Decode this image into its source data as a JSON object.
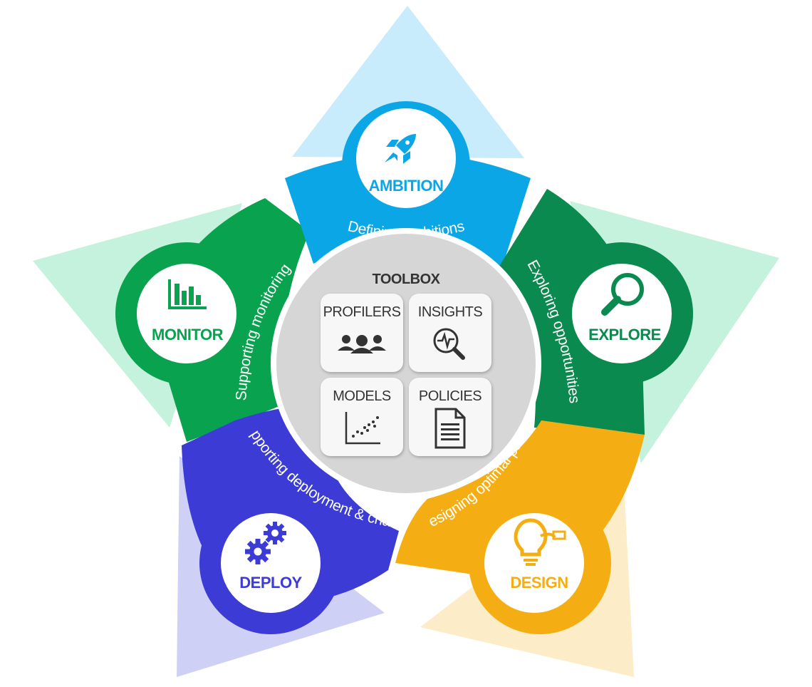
{
  "colors": {
    "ambition": "#0ba6e6",
    "explore": "#0a8a4e",
    "design": "#f4ae13",
    "deploy": "#3c3bd6",
    "monitor": "#09a24f",
    "toolbox_bg": "#d6d6d6",
    "tile_bg": "#f7f7f7"
  },
  "stages": {
    "ambition": {
      "label": "AMBITION",
      "caption": "Defining ambitions",
      "icon": "rocket-icon"
    },
    "explore": {
      "label": "EXPLORE",
      "caption": "Exploring opportunities",
      "icon": "magnifier-icon"
    },
    "design": {
      "label": "DESIGN",
      "caption": "Designing optimal path",
      "icon": "lightbulb-icon"
    },
    "deploy": {
      "label": "DEPLOY",
      "caption": "Supporting deployment & change",
      "icon": "gears-icon"
    },
    "monitor": {
      "label": "MONITOR",
      "caption": "Supporting monitoring",
      "icon": "bar-chart-icon"
    }
  },
  "toolbox": {
    "title": "TOOLBOX",
    "tools": [
      {
        "label": "PROFILERS",
        "icon": "people-group-icon"
      },
      {
        "label": "INSIGHTS",
        "icon": "insight-magnifier-icon"
      },
      {
        "label": "MODELS",
        "icon": "scatter-plot-icon"
      },
      {
        "label": "POLICIES",
        "icon": "document-icon"
      }
    ]
  }
}
